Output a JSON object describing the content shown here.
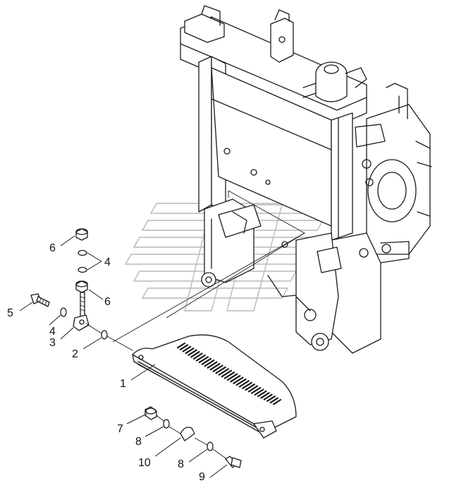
{
  "callouts": [
    {
      "id": "c1",
      "label": "1"
    },
    {
      "id": "c2",
      "label": "2"
    },
    {
      "id": "c3",
      "label": "3"
    },
    {
      "id": "c4a",
      "label": "4"
    },
    {
      "id": "c4b",
      "label": "4"
    },
    {
      "id": "c5",
      "label": "5"
    },
    {
      "id": "c6a",
      "label": "6"
    },
    {
      "id": "c6b",
      "label": "6"
    },
    {
      "id": "c7",
      "label": "7"
    },
    {
      "id": "c8a",
      "label": "8"
    },
    {
      "id": "c8b",
      "label": "8"
    },
    {
      "id": "c9",
      "label": "9"
    },
    {
      "id": "c10",
      "label": "10"
    }
  ],
  "colors": {
    "ink": "#1a1a1a",
    "watermark": "#b9b9b9",
    "background": "#ffffff"
  }
}
